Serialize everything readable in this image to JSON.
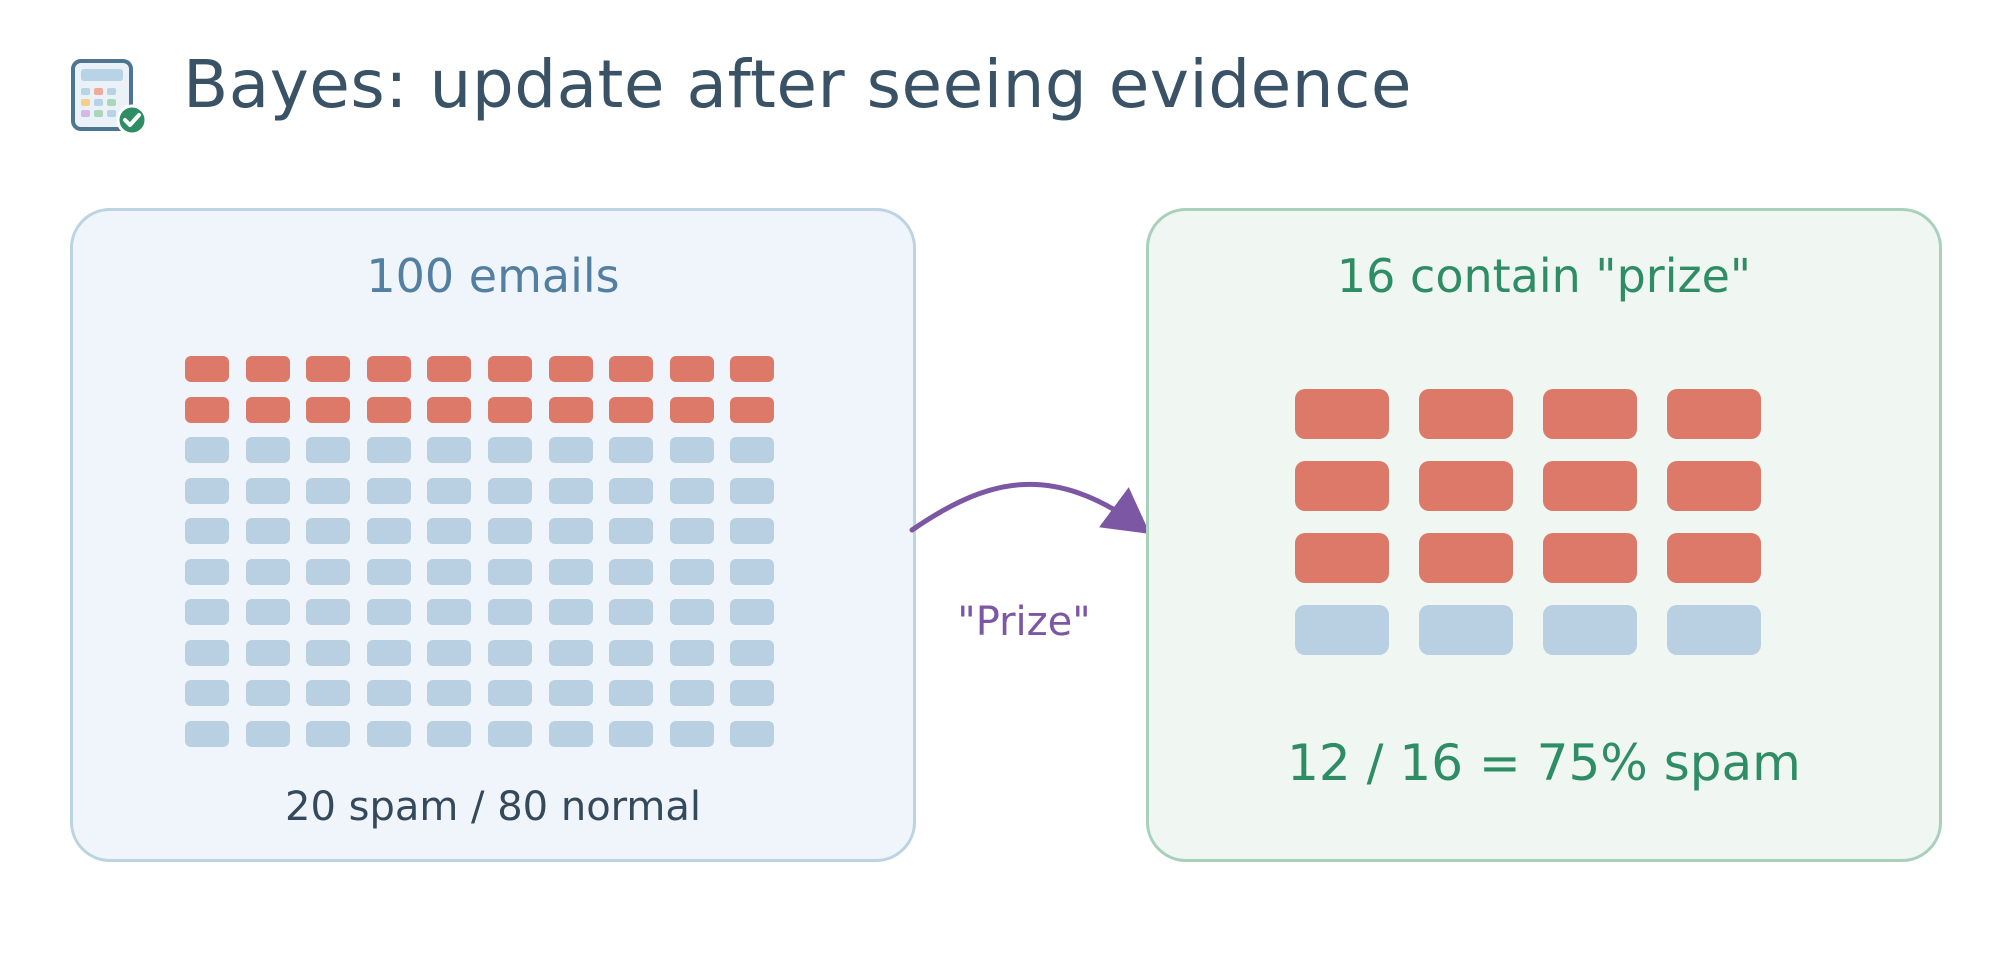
{
  "header": {
    "title": "Bayes: update after seeing evidence",
    "icon": "calculator-check-icon"
  },
  "left_panel": {
    "title": "100 emails",
    "footer": "20 spam / 80 normal",
    "total": 100,
    "spam": 20,
    "normal": 80,
    "columns": 10
  },
  "arrow": {
    "label": "\"Prize\""
  },
  "right_panel": {
    "title": "16 contain \"prize\"",
    "footer": "12 / 16 = 75% spam",
    "total": 16,
    "spam": 12,
    "normal": 4,
    "columns": 4
  },
  "colors": {
    "spam": "#dc7968",
    "normal": "#b8d0e1",
    "left_panel_bg": "#f0f5fb",
    "left_panel_border": "#bcd3e2",
    "right_panel_bg": "#f0f6f2",
    "right_panel_border": "#a9d0ba",
    "arrow": "#7c57a3",
    "title": "#3a5266"
  }
}
